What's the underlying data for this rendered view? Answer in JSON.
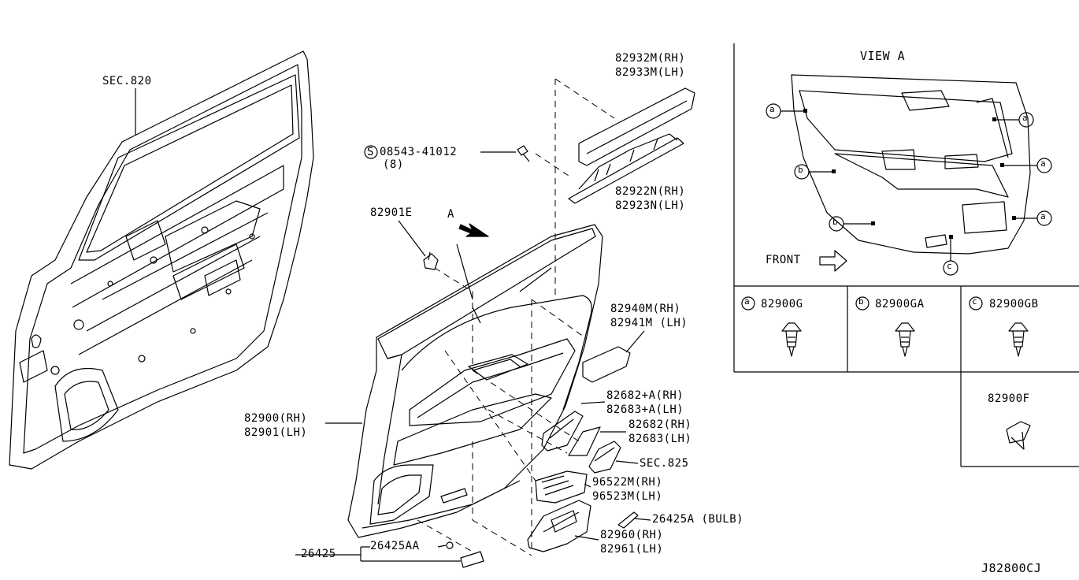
{
  "diagram_id": "J82800CJ",
  "labels": {
    "sec820": "SEC.820",
    "bolt": "08543-41012",
    "bolt_qty": "(8)",
    "bolt_symbol": "S",
    "clip_e": "82901E",
    "arrow_a": "A",
    "trim_top_rh": "82932M(RH)",
    "trim_top_lh": "82933M(LH)",
    "strip_rh": "82922N(RH)",
    "strip_lh": "82923N(LH)",
    "pad_rh": "82940M(RH)",
    "pad_lh": "82941M (LH)",
    "finisher_a_rh": "82682+A(RH)",
    "finisher_a_lh": "82683+A(LH)",
    "finisher_rh": "82682(RH)",
    "finisher_lh": "82683(LH)",
    "sec825": "SEC.825",
    "switch_rh": "96522M(RH)",
    "switch_lh": "96523M(LH)",
    "bulb": "26425A (BULB)",
    "armrest_rh": "82960(RH)",
    "armrest_lh": "82961(LH)",
    "panel_rh": "82900(RH)",
    "panel_lh": "82901(LH)",
    "lamp": "26425",
    "lamp_aa": "26425AA"
  },
  "view_a": {
    "title": "VIEW A",
    "front": "FRONT",
    "callouts": [
      "a",
      "a",
      "a",
      "a",
      "b",
      "b",
      "c"
    ]
  },
  "parts": [
    {
      "mark": "a",
      "code": "82900G"
    },
    {
      "mark": "b",
      "code": "82900GA"
    },
    {
      "mark": "c",
      "code": "82900GB"
    }
  ],
  "extra_part": "82900F"
}
